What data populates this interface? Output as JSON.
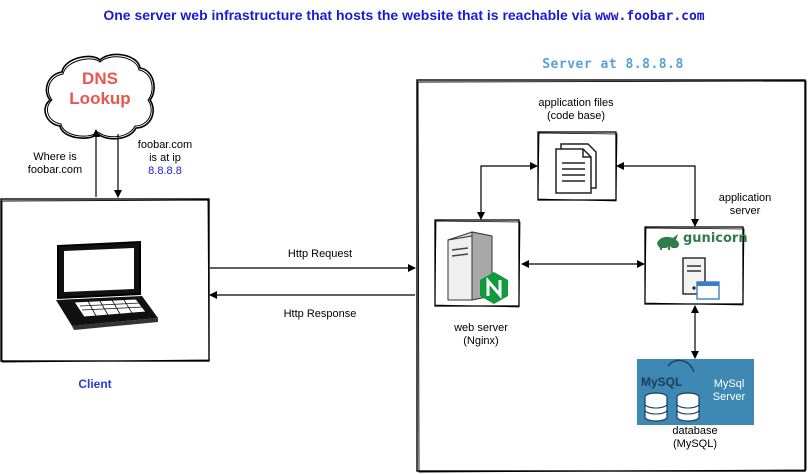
{
  "title": {
    "prefix": "One server web infrastructure that hosts the website that is reachable via ",
    "domain": "www.foobar.com"
  },
  "server_title": "Server at 8.8.8.8",
  "dns": {
    "line1": "DNS",
    "line2": "Lookup",
    "color": "#e8554e"
  },
  "query": {
    "line1": "Where is",
    "line2": "foobar.com"
  },
  "answer": {
    "line1": "foobar.com",
    "line2": "is at ip",
    "ip": "8.8.8.8"
  },
  "client_label": "Client",
  "http": {
    "request": "Http Request",
    "response": "Http Response"
  },
  "files": {
    "line1": "application files",
    "line2": "(code base)"
  },
  "app_server": {
    "line1": "application",
    "line2": "server",
    "brand": "gunicorn"
  },
  "web_server": {
    "line1": "web server",
    "line2": "(Nginx)"
  },
  "database": {
    "line1": "database",
    "line2": "(MySQL)",
    "badge_line1": "MySql",
    "badge_line2": "Server",
    "logo": "MySQL",
    "bg": "#3e88b4"
  },
  "colors": {
    "title": "#1a1ad4",
    "server_title": "#5aa0d8",
    "nginx": "#0f9a3c",
    "gunicorn": "#2f7d4a"
  }
}
